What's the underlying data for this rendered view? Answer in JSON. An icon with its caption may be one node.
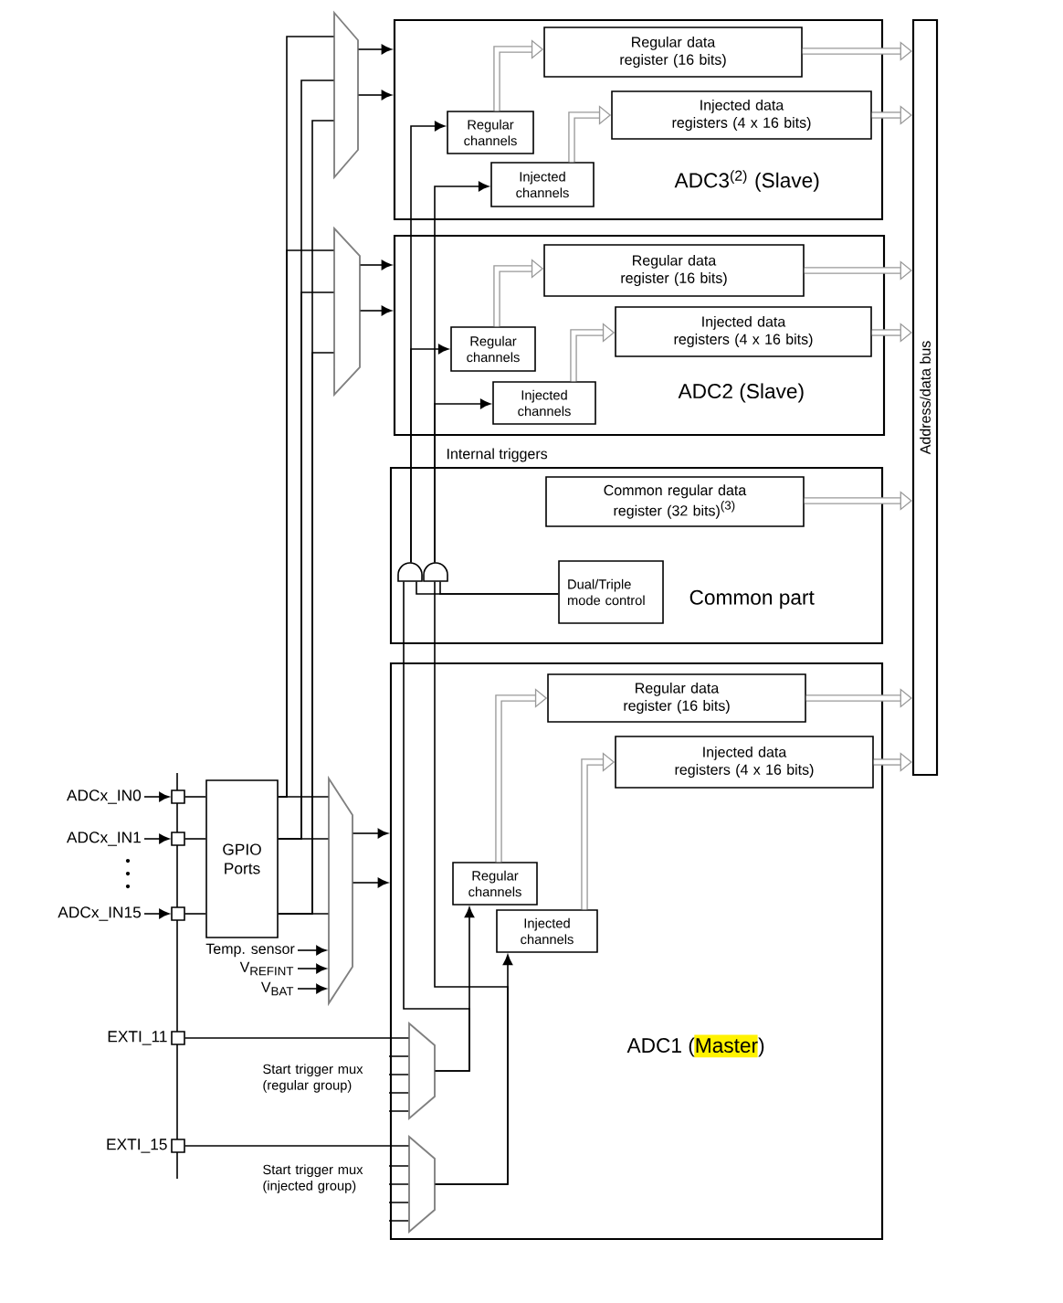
{
  "diagram": {
    "nodes": [
      {
        "text": [
          "ADC3$^{(2)}$ (Slave)"
        ]
      },
      {
        "text": [
          "Regular data register (16 bits)"
        ],
        "in": 0
      },
      {
        "text": [
          "Injected data registers (4 x 16 bits)"
        ],
        "in": 0
      },
      {
        "text": [
          "Regular channels"
        ],
        "in": 0
      },
      {
        "text": [
          "Injected channels"
        ],
        "in": 0
      },
      {
        "text": [
          "ADC2 (Slave)"
        ]
      },
      {
        "text": [
          "Regular data register (16 bits)"
        ],
        "in": 5
      },
      {
        "text": [
          "Injected data registers (4 x 16 bits)"
        ],
        "in": 5
      },
      {
        "text": [
          "Regular channels"
        ],
        "in": 5
      },
      {
        "text": [
          "Injected channels"
        ],
        "in": 5
      },
      {
        "text": [
          "Common part"
        ]
      },
      {
        "text": [
          "Common regular data register (32 bits)$^{(3)}$"
        ],
        "in": 10
      },
      {
        "text": [
          "Dual/Triple mode control"
        ],
        "in": 10
      },
      {
        "text": [
          "ADC1 (Master)"
        ]
      },
      {
        "text": [
          "Regular data register (16 bits)"
        ],
        "in": 13
      },
      {
        "text": [
          "Injected data registers (4 x 16 bits)"
        ],
        "in": 13
      },
      {
        "text": [
          "Regular channels"
        ],
        "in": 13
      },
      {
        "text": [
          "Injected channels"
        ],
        "in": 13
      },
      {
        "text": [
          "Address/data bus"
        ]
      },
      {
        "text": [
          "GPIO Ports"
        ]
      },
      {
        "text": [
          "ADCx_IN0"
        ]
      },
      {
        "text": [
          "ADCx_IN1"
        ]
      },
      {
        "text": [
          "ADCx_IN15"
        ]
      },
      {
        "text": [
          "Temp. sensor"
        ]
      },
      {
        "text": [
          "V$_{REFINT}$"
        ]
      },
      {
        "text": [
          "V$_{BAT}$"
        ]
      },
      {
        "text": [],
        "shape": "box",
        "beside": [
          "EXTI_11"
        ]
      },
      {
        "text": [],
        "shape": "box",
        "beside": [
          "EXTI_15"
        ]
      },
      {
        "text": [],
        "shape": "trapezoid",
        "beside": [
          "Start trigger mux (regular group)"
        ],
        "in": 13
      },
      {
        "text": [],
        "shape": "trapezoid",
        "beside": [
          "Start trigger mux (injected group)"
        ],
        "in": 13
      },
      {
        "text": [],
        "shape": "trapezoid"
      },
      {
        "text": [],
        "shape": "trapezoid"
      },
      {
        "text": [],
        "shape": "trapezoid"
      },
      {
        "text": [],
        "shape": "gate",
        "in": 10
      },
      {
        "text": [],
        "shape": "gate",
        "in": 10
      },
      {
        "text": [],
        "shape": "box"
      },
      {
        "text": [],
        "shape": "box"
      },
      {
        "text": [],
        "shape": "box"
      },
      {
        "text": [],
        "shape": "bar"
      }
    ],
    "edges": [
      {
        "from": 30,
        "to": 0,
        "arrow": "to"
      },
      {
        "from": 30,
        "to": 0,
        "arrow": "to"
      },
      {
        "from": 31,
        "to": 5,
        "arrow": "to"
      },
      {
        "from": 31,
        "to": 5,
        "arrow": "to"
      },
      {
        "from": 32,
        "to": 13,
        "arrow": "to"
      },
      {
        "from": 32,
        "to": 13,
        "arrow": "to"
      },
      {
        "from": 3,
        "to": 1,
        "arrow": "to",
        "style": "thick",
        "color": "#999999"
      },
      {
        "from": 4,
        "to": 2,
        "arrow": "to",
        "style": "thick",
        "color": "#999999"
      },
      {
        "from": 8,
        "to": 6,
        "arrow": "to",
        "style": "thick",
        "color": "#999999"
      },
      {
        "from": 9,
        "to": 7,
        "arrow": "to",
        "style": "thick",
        "color": "#999999"
      },
      {
        "from": 16,
        "to": 14,
        "arrow": "to",
        "style": "thick",
        "color": "#999999"
      },
      {
        "from": 17,
        "to": 15,
        "arrow": "to",
        "style": "thick",
        "color": "#999999"
      },
      {
        "from": 1,
        "to": 18,
        "arrow": "to",
        "style": "thick",
        "color": "#999999"
      },
      {
        "from": 2,
        "to": 18,
        "arrow": "to",
        "style": "thick",
        "color": "#999999"
      },
      {
        "from": 6,
        "to": 18,
        "arrow": "to",
        "style": "thick",
        "color": "#999999"
      },
      {
        "from": 7,
        "to": 18,
        "arrow": "to",
        "style": "thick",
        "color": "#999999"
      },
      {
        "from": 11,
        "to": 18,
        "arrow": "to",
        "style": "thick",
        "color": "#999999"
      },
      {
        "from": 14,
        "to": 18,
        "arrow": "to",
        "style": "thick",
        "color": "#999999"
      },
      {
        "from": 15,
        "to": 18,
        "arrow": "to",
        "style": "thick",
        "color": "#999999"
      },
      {
        "from": 20,
        "to": 35,
        "arrow": "to"
      },
      {
        "from": 21,
        "to": 36,
        "arrow": "to"
      },
      {
        "from": 22,
        "to": 37,
        "arrow": "to"
      },
      {
        "from": 19,
        "to": 30,
        "arrow": "none"
      },
      {
        "from": 19,
        "to": 31,
        "arrow": "none"
      },
      {
        "from": 19,
        "to": 32,
        "arrow": "none"
      },
      {
        "from": 23,
        "to": 32,
        "arrow": "to"
      },
      {
        "from": 24,
        "to": 32,
        "arrow": "to"
      },
      {
        "from": 25,
        "to": 32,
        "arrow": "to"
      },
      {
        "from": 26,
        "to": 28,
        "arrow": "none"
      },
      {
        "from": 27,
        "to": 29,
        "arrow": "none"
      },
      {
        "from": 28,
        "to": 16,
        "arrow": "to"
      },
      {
        "from": 29,
        "to": 17,
        "arrow": "to"
      },
      {
        "from": 28,
        "to": 33,
        "arrow": "none"
      },
      {
        "from": 29,
        "to": 34,
        "arrow": "none"
      },
      {
        "from": 33,
        "to": 3,
        "arrow": "to"
      },
      {
        "from": 33,
        "to": 8,
        "arrow": "to"
      },
      {
        "from": 34,
        "to": 4,
        "arrow": "to"
      },
      {
        "from": 34,
        "to": 9,
        "arrow": "to"
      },
      {
        "from": 12,
        "to": 33,
        "arrow": "none"
      },
      {
        "from": 12,
        "to": 34,
        "arrow": "none"
      },
      {
        "from": 35,
        "to": 19,
        "arrow": "none"
      },
      {
        "from": 36,
        "to": 19,
        "arrow": "none"
      },
      {
        "from": 37,
        "to": 19,
        "arrow": "none"
      },
      {
        "from": 19,
        "to": 31,
        "arrow": "none"
      },
      {
        "from": 19,
        "to": 30,
        "arrow": "none"
      },
      {
        "from": 19,
        "to": 30,
        "arrow": "none"
      },
      {
        "from": 19,
        "to": 31,
        "arrow": "none"
      },
      {
        "from": 19,
        "to": 32,
        "arrow": "none"
      },
      {
        "from": 19,
        "to": 32,
        "arrow": "none"
      }
    ],
    "labels": [
      "Internal triggers"
    ]
  }
}
